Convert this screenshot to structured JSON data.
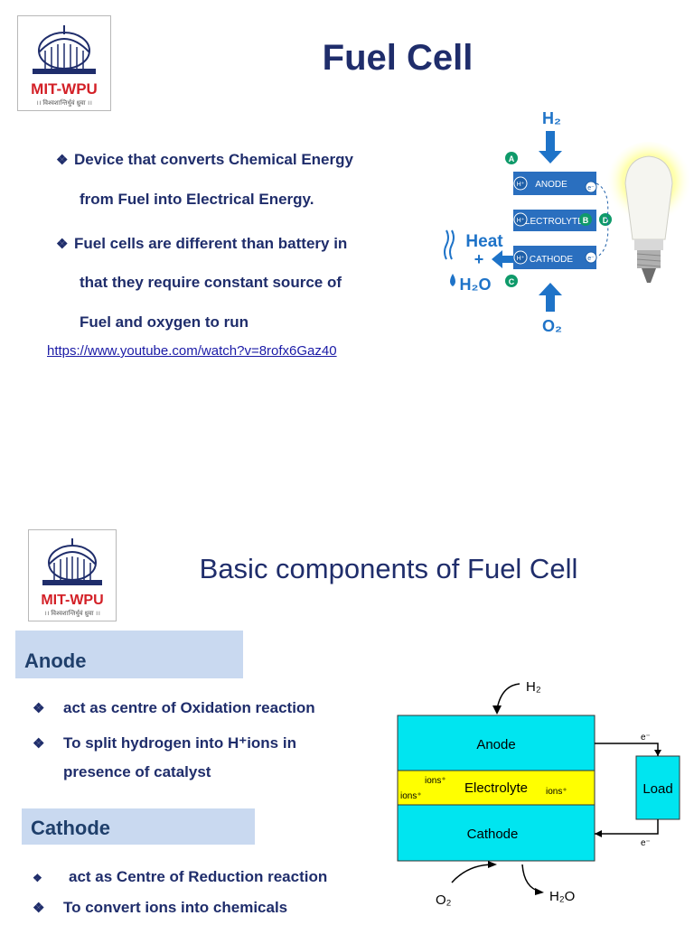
{
  "slide1": {
    "logo": {
      "name": "MIT-WPU",
      "tagline": "।। विश्वशान्तिर्धुवं ध्रुवा ।।"
    },
    "title": "Fuel Cell",
    "bullets": [
      {
        "line1": "Device that converts Chemical Energy",
        "line2": "from Fuel into Electrical Energy."
      },
      {
        "line1": "Fuel cells are  different than battery in",
        "line2": "that they require constant source of",
        "line3": "Fuel and oxygen to run"
      }
    ],
    "link": "https://www.youtube.com/watch?v=8rofx6Gaz40",
    "diagram": {
      "input_top": "H₂",
      "input_bottom": "O₂",
      "output": "Heat\n+\nH₂O",
      "layers": [
        "ANODE",
        "ELECTROLYTE",
        "CATHODE"
      ],
      "markers": [
        "A",
        "B",
        "C",
        "D"
      ],
      "ion_label": "H⁺",
      "electron_label": "e⁻"
    }
  },
  "slide2": {
    "logo": {
      "name": "MIT-WPU",
      "tagline": "।। विश्वशान्तिर्धुवं ध्रुवा ।।"
    },
    "title": "Basic components of Fuel Cell",
    "anode": {
      "heading": "Anode",
      "bullets": [
        "act as centre of Oxidation reaction",
        "To split hydrogen into H⁺ions in",
        "presence of catalyst"
      ]
    },
    "cathode": {
      "heading": "Cathode",
      "bullets": [
        "act as Centre of Reduction reaction",
        "To convert ions into chemicals"
      ]
    },
    "diagram": {
      "anode": "Anode",
      "electrolyte": "Electrolyte",
      "cathode": "Cathode",
      "load": "Load",
      "ions_top": "ions⁺",
      "ions_left": "ions⁺",
      "ions_right": "ions⁺",
      "e_top": "e⁻",
      "e_bottom": "e⁻",
      "h2": "H₂",
      "o2": "O₂",
      "h2o": "H₂O"
    },
    "colors": {
      "layer": "#00e5f0",
      "electrolyte": "#ffff00",
      "section": "#c9d9f0",
      "text": "#1f2d6b"
    }
  }
}
